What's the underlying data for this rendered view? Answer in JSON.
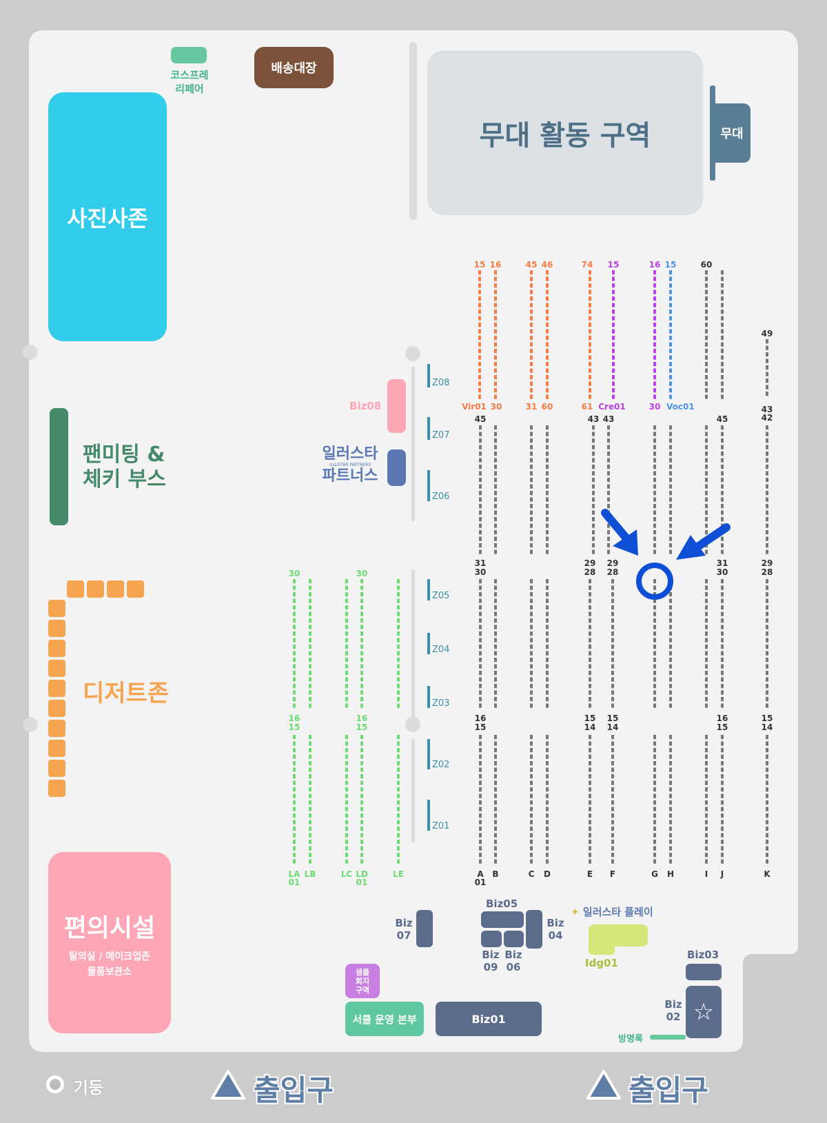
{
  "colors": {
    "background": "#cccccc",
    "floor": "#f3f3f3",
    "photo_zone": "#30ccea",
    "fan_meeting": "#44896a",
    "dessert": "#f7a451",
    "amenities": "#fca6b6",
    "stage": "#dbe1e4",
    "stage_text": "#4e7087",
    "stage_door": "#597e96",
    "delivery": "#7b5239",
    "cosplay": "#66c7a0",
    "biz_dark": "#5b6b8c",
    "sample": "#c97ee2",
    "circle_hq": "#5fc8a0",
    "orange_booth": "#f77b45",
    "purple_booth": "#bb41e8",
    "blue_booth": "#4a93e7",
    "gray_booth": "#777777",
    "green_booth": "#6bdc72",
    "marker_blue": "#0e4fd6",
    "zone_teal": "#3b8ea6",
    "illust_play": "#d7e679"
  },
  "zones": {
    "photo": "사진사존",
    "fan_meeting": [
      "팬미팅 &",
      "체키 부스"
    ],
    "dessert": "디저트존",
    "amenities_title": "편의시설",
    "amenities_sub": [
      "탈의실 / 메이크업존",
      "물품보관소"
    ],
    "stage_area": "무대 활동 구역",
    "stage": "무대",
    "delivery": "배송대장",
    "cosplay_repair": [
      "코스프레",
      "리페어"
    ],
    "sample_collection": [
      "샘플",
      "회지",
      "구역"
    ],
    "circle_hq": "서클 운영 본부",
    "guestbook": "방명록"
  },
  "partners": {
    "illust_partners_line1": "일러스타",
    "illust_partners_en": "ILLUSTAR PARTNERS",
    "illust_partners_line2": "파트너스",
    "illust_play": "일러스타 플레이"
  },
  "biz": {
    "biz08": "Biz08",
    "biz07": [
      "Biz",
      "07"
    ],
    "biz05": "Biz05",
    "biz04": [
      "Biz",
      "04"
    ],
    "biz09": [
      "Biz",
      "09"
    ],
    "biz06": [
      "Biz",
      "06"
    ],
    "biz03": "Biz03",
    "biz02": [
      "Biz",
      "02"
    ],
    "biz01": "Biz01",
    "idg01": "Idg01"
  },
  "z_zones": [
    "Z08",
    "Z07",
    "Z06",
    "Z05",
    "Z04",
    "Z03",
    "Z02",
    "Z01"
  ],
  "row_numbers": {
    "top": [
      "15",
      "16",
      "45",
      "46",
      "74",
      "15",
      "16",
      "15",
      "60",
      "49"
    ],
    "mid_labels": [
      "Vir01",
      "30",
      "31",
      "60",
      "61",
      "Cre01",
      "30",
      "Voc01"
    ],
    "second_block_top": [
      "45",
      "43",
      "43",
      "45",
      "43",
      "42"
    ],
    "middle_pairs": [
      [
        "31",
        "30"
      ],
      [
        "29",
        "28"
      ],
      [
        "29",
        "28"
      ],
      [
        "31",
        "30"
      ],
      [
        "29",
        "28"
      ]
    ],
    "green_top": [
      "30",
      "30"
    ],
    "green_mid": [
      [
        "16",
        "15"
      ],
      [
        "16",
        "15"
      ]
    ],
    "lower_pairs": [
      [
        "16",
        "15"
      ],
      [
        "15",
        "14"
      ],
      [
        "15",
        "14"
      ],
      [
        "16",
        "15"
      ],
      [
        "15",
        "14"
      ]
    ],
    "bottom_letters": [
      "A",
      "B",
      "C",
      "D",
      "E",
      "F",
      "G",
      "H",
      "I",
      "J",
      "K"
    ],
    "a_sub": "01",
    "green_bottom": [
      "LA",
      "LB",
      "LC",
      "LD",
      "LE"
    ],
    "green_bottom_sub": [
      "01",
      "01"
    ]
  },
  "legend": {
    "pillar": "기둥",
    "entrance_left": "출입구",
    "entrance_right": "출입구"
  },
  "markers": {
    "type": "two arrows pointing to a circled spot between rows G and H",
    "arrow_color": "#0e4fd6"
  }
}
